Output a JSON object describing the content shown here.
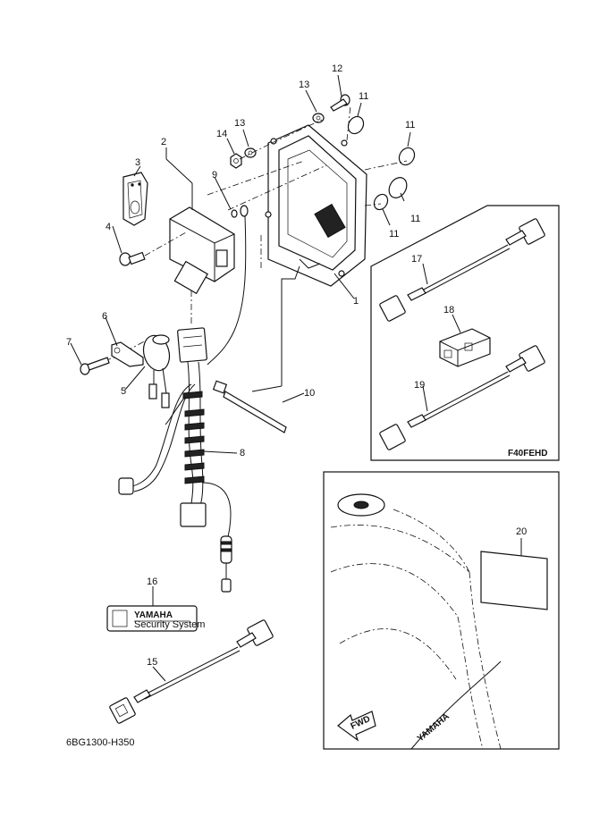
{
  "diagram_code": "6BG1300-H350",
  "callouts": {
    "c1": "1",
    "c2": "2",
    "c3": "3",
    "c4": "4",
    "c5": "5",
    "c6": "6",
    "c7": "7",
    "c8": "8",
    "c9": "9",
    "c10": "10",
    "c11a": "11",
    "c11b": "11",
    "c11c": "11",
    "c11d": "11",
    "c12": "12",
    "c13a": "13",
    "c13b": "13",
    "c14": "14",
    "c15": "15",
    "c16": "16",
    "c17": "17",
    "c18": "18",
    "c19": "19",
    "c20": "20"
  },
  "variant_box": {
    "label": "F40FEHD"
  },
  "security_label": {
    "brand": "YAMAHA",
    "caption": "Security System"
  },
  "cowling": {
    "logo_text": "YAMAHA",
    "arrow_text": "FWD"
  }
}
